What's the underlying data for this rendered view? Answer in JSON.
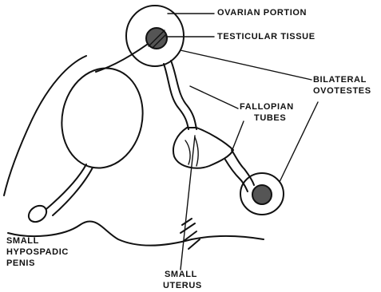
{
  "labels": {
    "ovarian_portion": "OVARIAN PORTION",
    "testicular_tissue": "TESTICULAR TISSUE",
    "bilateral_line1": "BILATERAL",
    "bilateral_line2": "OVOTESTES",
    "fallopian_line1": "FALLOPIAN",
    "fallopian_line2": "TUBES",
    "penis_line1": "SMALL",
    "penis_line2": "HYPOSPADIC",
    "penis_line3": "PENIS",
    "uterus_line1": "SMALL",
    "uterus_line2": "UTERUS"
  }
}
